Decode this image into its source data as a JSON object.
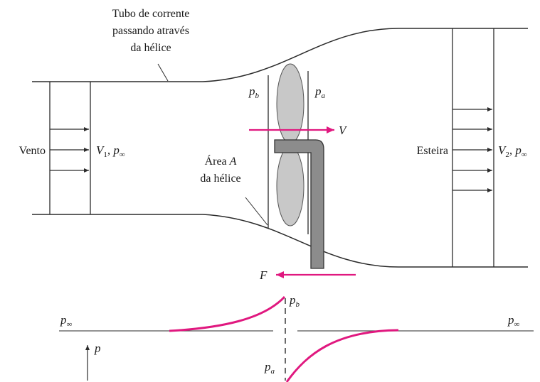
{
  "labels": {
    "streamtube_line1": "Tubo de corrente",
    "streamtube_line2": "passando através",
    "streamtube_line3": "da hélice",
    "wind": "Vento",
    "upstream_v": "V",
    "upstream_v_sub": "1",
    "upstream_p": ", p",
    "upstream_p_sub": "∞",
    "pb_top": "p",
    "pb_top_sub": "b",
    "pa_top": "p",
    "pa_top_sub": "a",
    "velocity": "V",
    "area_line1_prefix": "Área ",
    "area_line1_symbol": "A",
    "area_line2": "da hélice",
    "wake": "Esteira",
    "downstream_v": "V",
    "downstream_v_sub": "2",
    "downstream_p": ", p",
    "downstream_p_sub": "∞",
    "force": "F",
    "pinf_left": "p",
    "pinf_left_sub": "∞",
    "pinf_right": "p",
    "pinf_right_sub": "∞",
    "pb_graph": "p",
    "pb_graph_sub": "b",
    "pa_graph": "p",
    "pa_graph_sub": "a",
    "p_axis": "p"
  },
  "colors": {
    "line": "#2b2b2b",
    "accent": "#e0187f",
    "blade": "#c8c8c8",
    "shaft": "#8c8c8c"
  }
}
